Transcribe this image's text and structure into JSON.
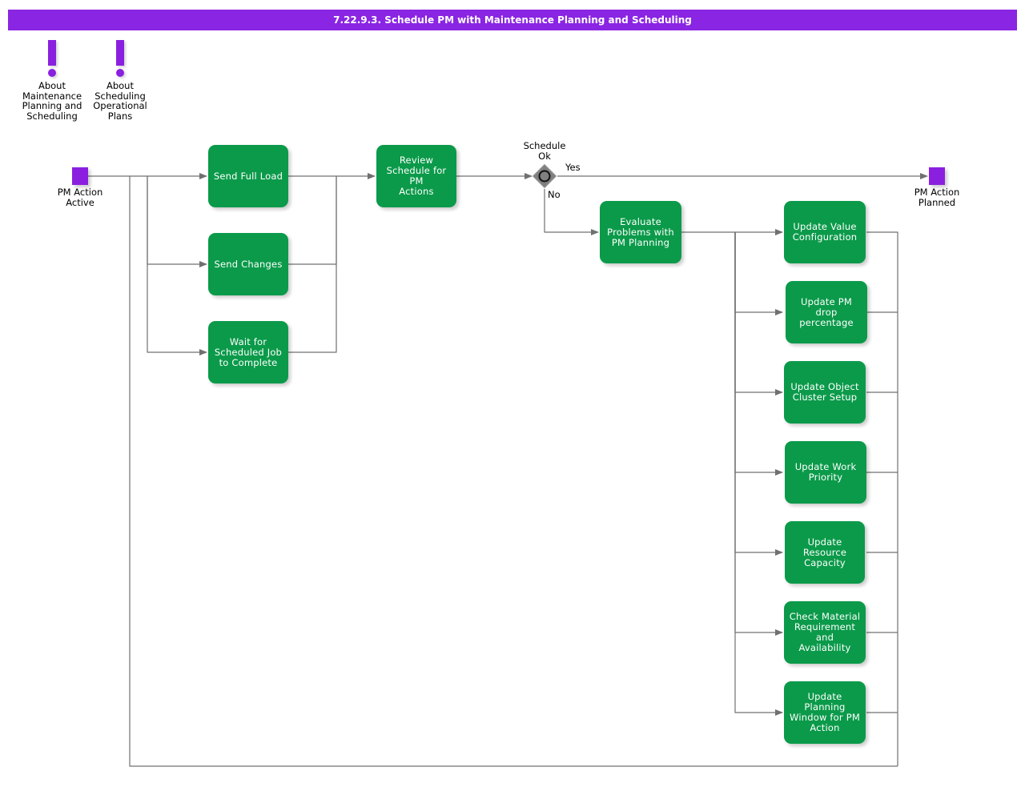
{
  "header": {
    "title": "7.22.9.3. Schedule PM with Maintenance Planning and Scheduling",
    "bar_color": "#8A25E3"
  },
  "colors": {
    "activity": "#0B9A4A",
    "terminator": "#8A1FE0",
    "decision": "#808080",
    "edge": "#707070",
    "text_on_activity": "#FFFFFF",
    "text": "#000000"
  },
  "notes": [
    {
      "id": "note-maintenance",
      "icon": "exclamation-note-icon",
      "label": "About\nMaintenance\nPlanning and\nScheduling"
    },
    {
      "id": "note-scheduling",
      "icon": "exclamation-note-icon",
      "label": "About\nScheduling\nOperational\nPlans"
    }
  ],
  "terminators": [
    {
      "id": "start",
      "label": "PM Action\nActive"
    },
    {
      "id": "end",
      "label": "PM Action\nPlanned"
    }
  ],
  "decision": {
    "id": "schedule-ok",
    "label": "Schedule\nOk",
    "branches": [
      {
        "id": "yes",
        "label": "Yes"
      },
      {
        "id": "no",
        "label": "No"
      }
    ]
  },
  "activities": {
    "left_column": [
      {
        "id": "send-full-load",
        "label": "Send Full Load"
      },
      {
        "id": "send-changes",
        "label": "Send Changes"
      },
      {
        "id": "wait-for-scheduled-job",
        "label": "Wait for\nScheduled Job\nto Complete"
      }
    ],
    "review": {
      "id": "review-schedule",
      "label": "Review\nSchedule for PM\nActions"
    },
    "evaluate": {
      "id": "evaluate-problems",
      "label": "Evaluate\nProblems with\nPM Planning"
    },
    "right_column": [
      {
        "id": "update-value-configuration",
        "label": "Update Value\nConfiguration"
      },
      {
        "id": "update-pm-drop-percentage",
        "label": "Update PM drop\npercentage"
      },
      {
        "id": "update-object-cluster-setup",
        "label": "Update Object\nCluster Setup"
      },
      {
        "id": "update-work-priority",
        "label": "Update Work\nPriority"
      },
      {
        "id": "update-resource-capacity",
        "label": "Update\nResource\nCapacity"
      },
      {
        "id": "check-material-requirement",
        "label": "Check Material\nRequirement\nand Availability"
      },
      {
        "id": "update-planning-window",
        "label": "Update Planning\nWindow for PM\nAction"
      }
    ]
  }
}
